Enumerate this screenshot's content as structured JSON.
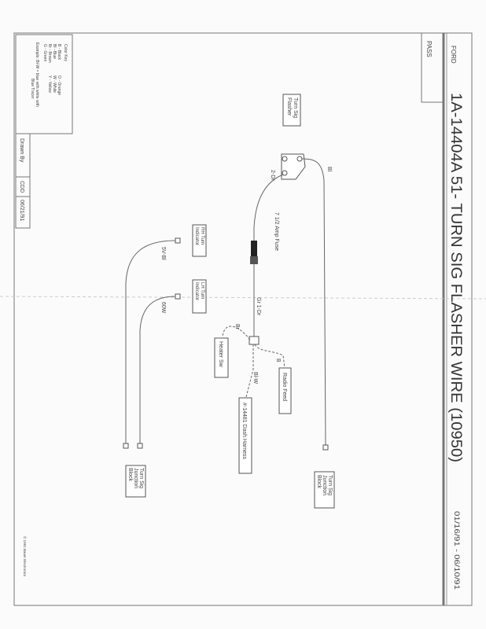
{
  "title_block": {
    "make": "FORD",
    "type": "PASS",
    "title": "1A-14404A  51-  TURN SIG FLASHER WIRE  (10950)",
    "date_range": "01/16/91 - 06/10/91",
    "drawn_by_label": "Drawn By",
    "drawn_by": "CDD",
    "drawn_date": "06/21/91",
    "copyright": "© 1991 Bauer Electronics"
  },
  "color_key": {
    "title": "Color Key",
    "left": [
      "B - Black",
      "Bl - Blue",
      "Br - Brown",
      "G - Green"
    ],
    "right": [
      "O - Orange",
      "W - White",
      "Y - Yellow"
    ],
    "example": [
      "Example: Bl-W = blue with white with",
      "Blue Tracer"
    ]
  },
  "components": {
    "flasher": [
      "Turn Sig",
      "Flasher"
    ],
    "junction_right": [
      "Turn Sig",
      "Junction",
      "Block"
    ],
    "junction_left": [
      "Turn Sig",
      "Junction",
      "Block"
    ],
    "rh_indicator": [
      "RH Turn",
      "Indicator"
    ],
    "lh_indicator": [
      "LH Turn",
      "Indicator"
    ],
    "heater_sw": "Heater Sw",
    "radio_feed": "Radio Feed",
    "dash_harness": "#-14481 Dash Harness",
    "fuse": "7 1/2 Amp Fuse"
  },
  "wire_labels": {
    "flasher_bl": "Bl",
    "flasher_2dr": "2-Dr",
    "fuse_out": "Gr 1-Dr",
    "heater": "Br",
    "radio": "B",
    "dash": "Bl-W",
    "rh": "5V-Bl",
    "lh": "60W"
  }
}
